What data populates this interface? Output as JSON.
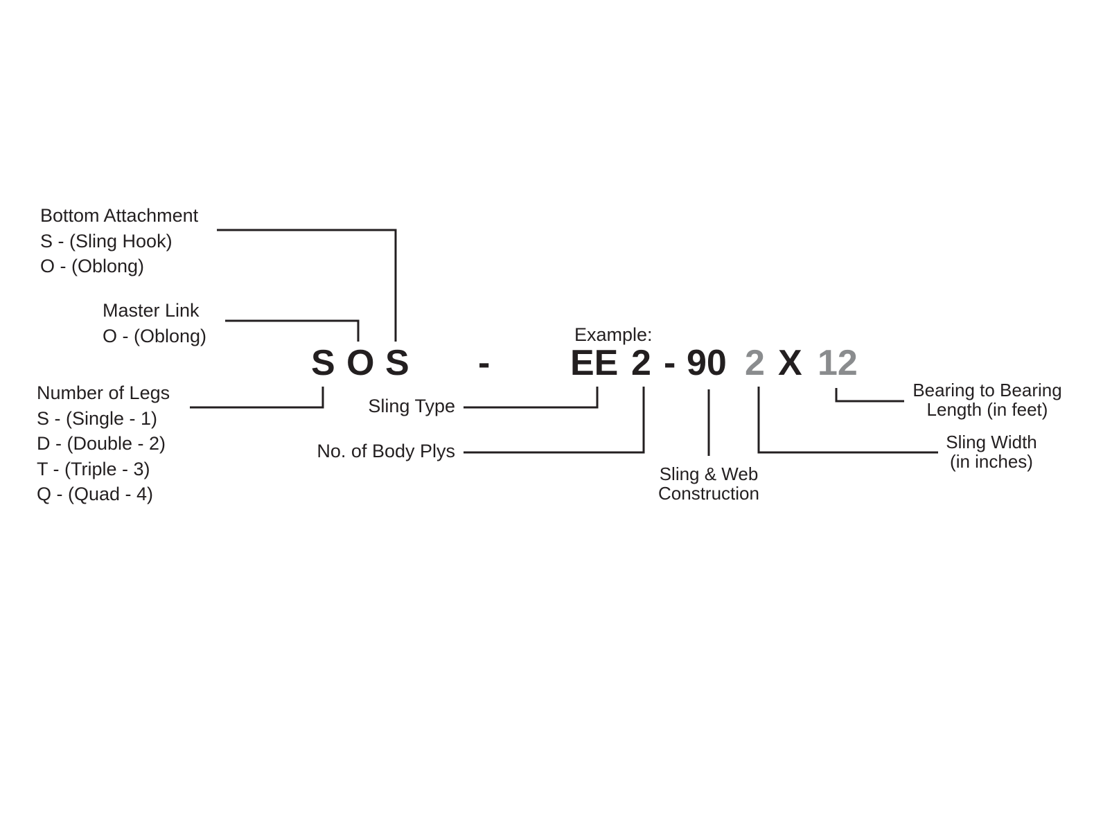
{
  "labels": {
    "bottom_attachment": [
      "Bottom Attachment",
      "S - (Sling Hook)",
      "O - (Oblong)"
    ],
    "master_link": [
      "Master Link",
      "O - (Oblong)"
    ],
    "number_of_legs": [
      "Number of Legs",
      "S - (Single - 1)",
      "D - (Double - 2)",
      "T - (Triple - 3)",
      "Q - (Quad - 4)"
    ],
    "example": "Example:",
    "sling_type": "Sling Type",
    "body_plys": "No. of Body Plys",
    "sling_web_construction": [
      "Sling & Web",
      "Construction"
    ],
    "bearing_length": [
      "Bearing to Bearing",
      "Length (in feet)"
    ],
    "sling_width": [
      "Sling Width",
      "(in inches)"
    ]
  },
  "code": {
    "s1": "S",
    "o": "O",
    "s2": "S",
    "dash1": "-",
    "ee": "EE",
    "plys": "2",
    "dash2": "-",
    "construction": "90",
    "width": "2",
    "x": "X",
    "length": "12"
  },
  "colors": {
    "ink": "#231f20",
    "highlight_gray": "#8a8c8e"
  }
}
